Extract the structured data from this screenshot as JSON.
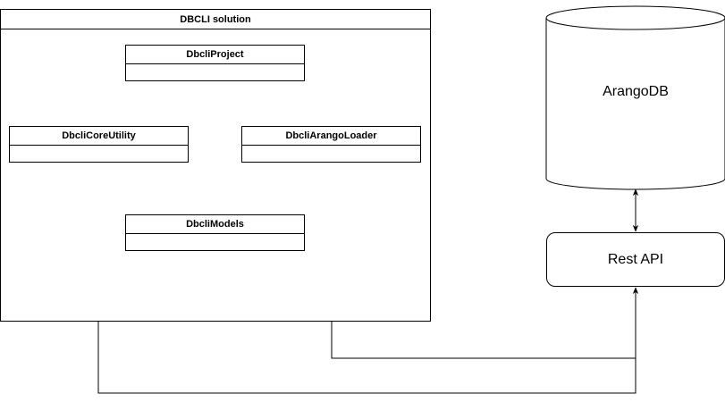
{
  "solution": {
    "title": "DBCLI solution"
  },
  "classes": {
    "project": "DbcliProject",
    "core_utility": "DbcliCoreUtility",
    "arango_loader": "DbcliArangoLoader",
    "models": "DbcliModels"
  },
  "database": {
    "label": "ArangoDB"
  },
  "api": {
    "label": "Rest API"
  },
  "colors": {
    "dependency_arrow": "#b85450",
    "connector": "#000000"
  }
}
